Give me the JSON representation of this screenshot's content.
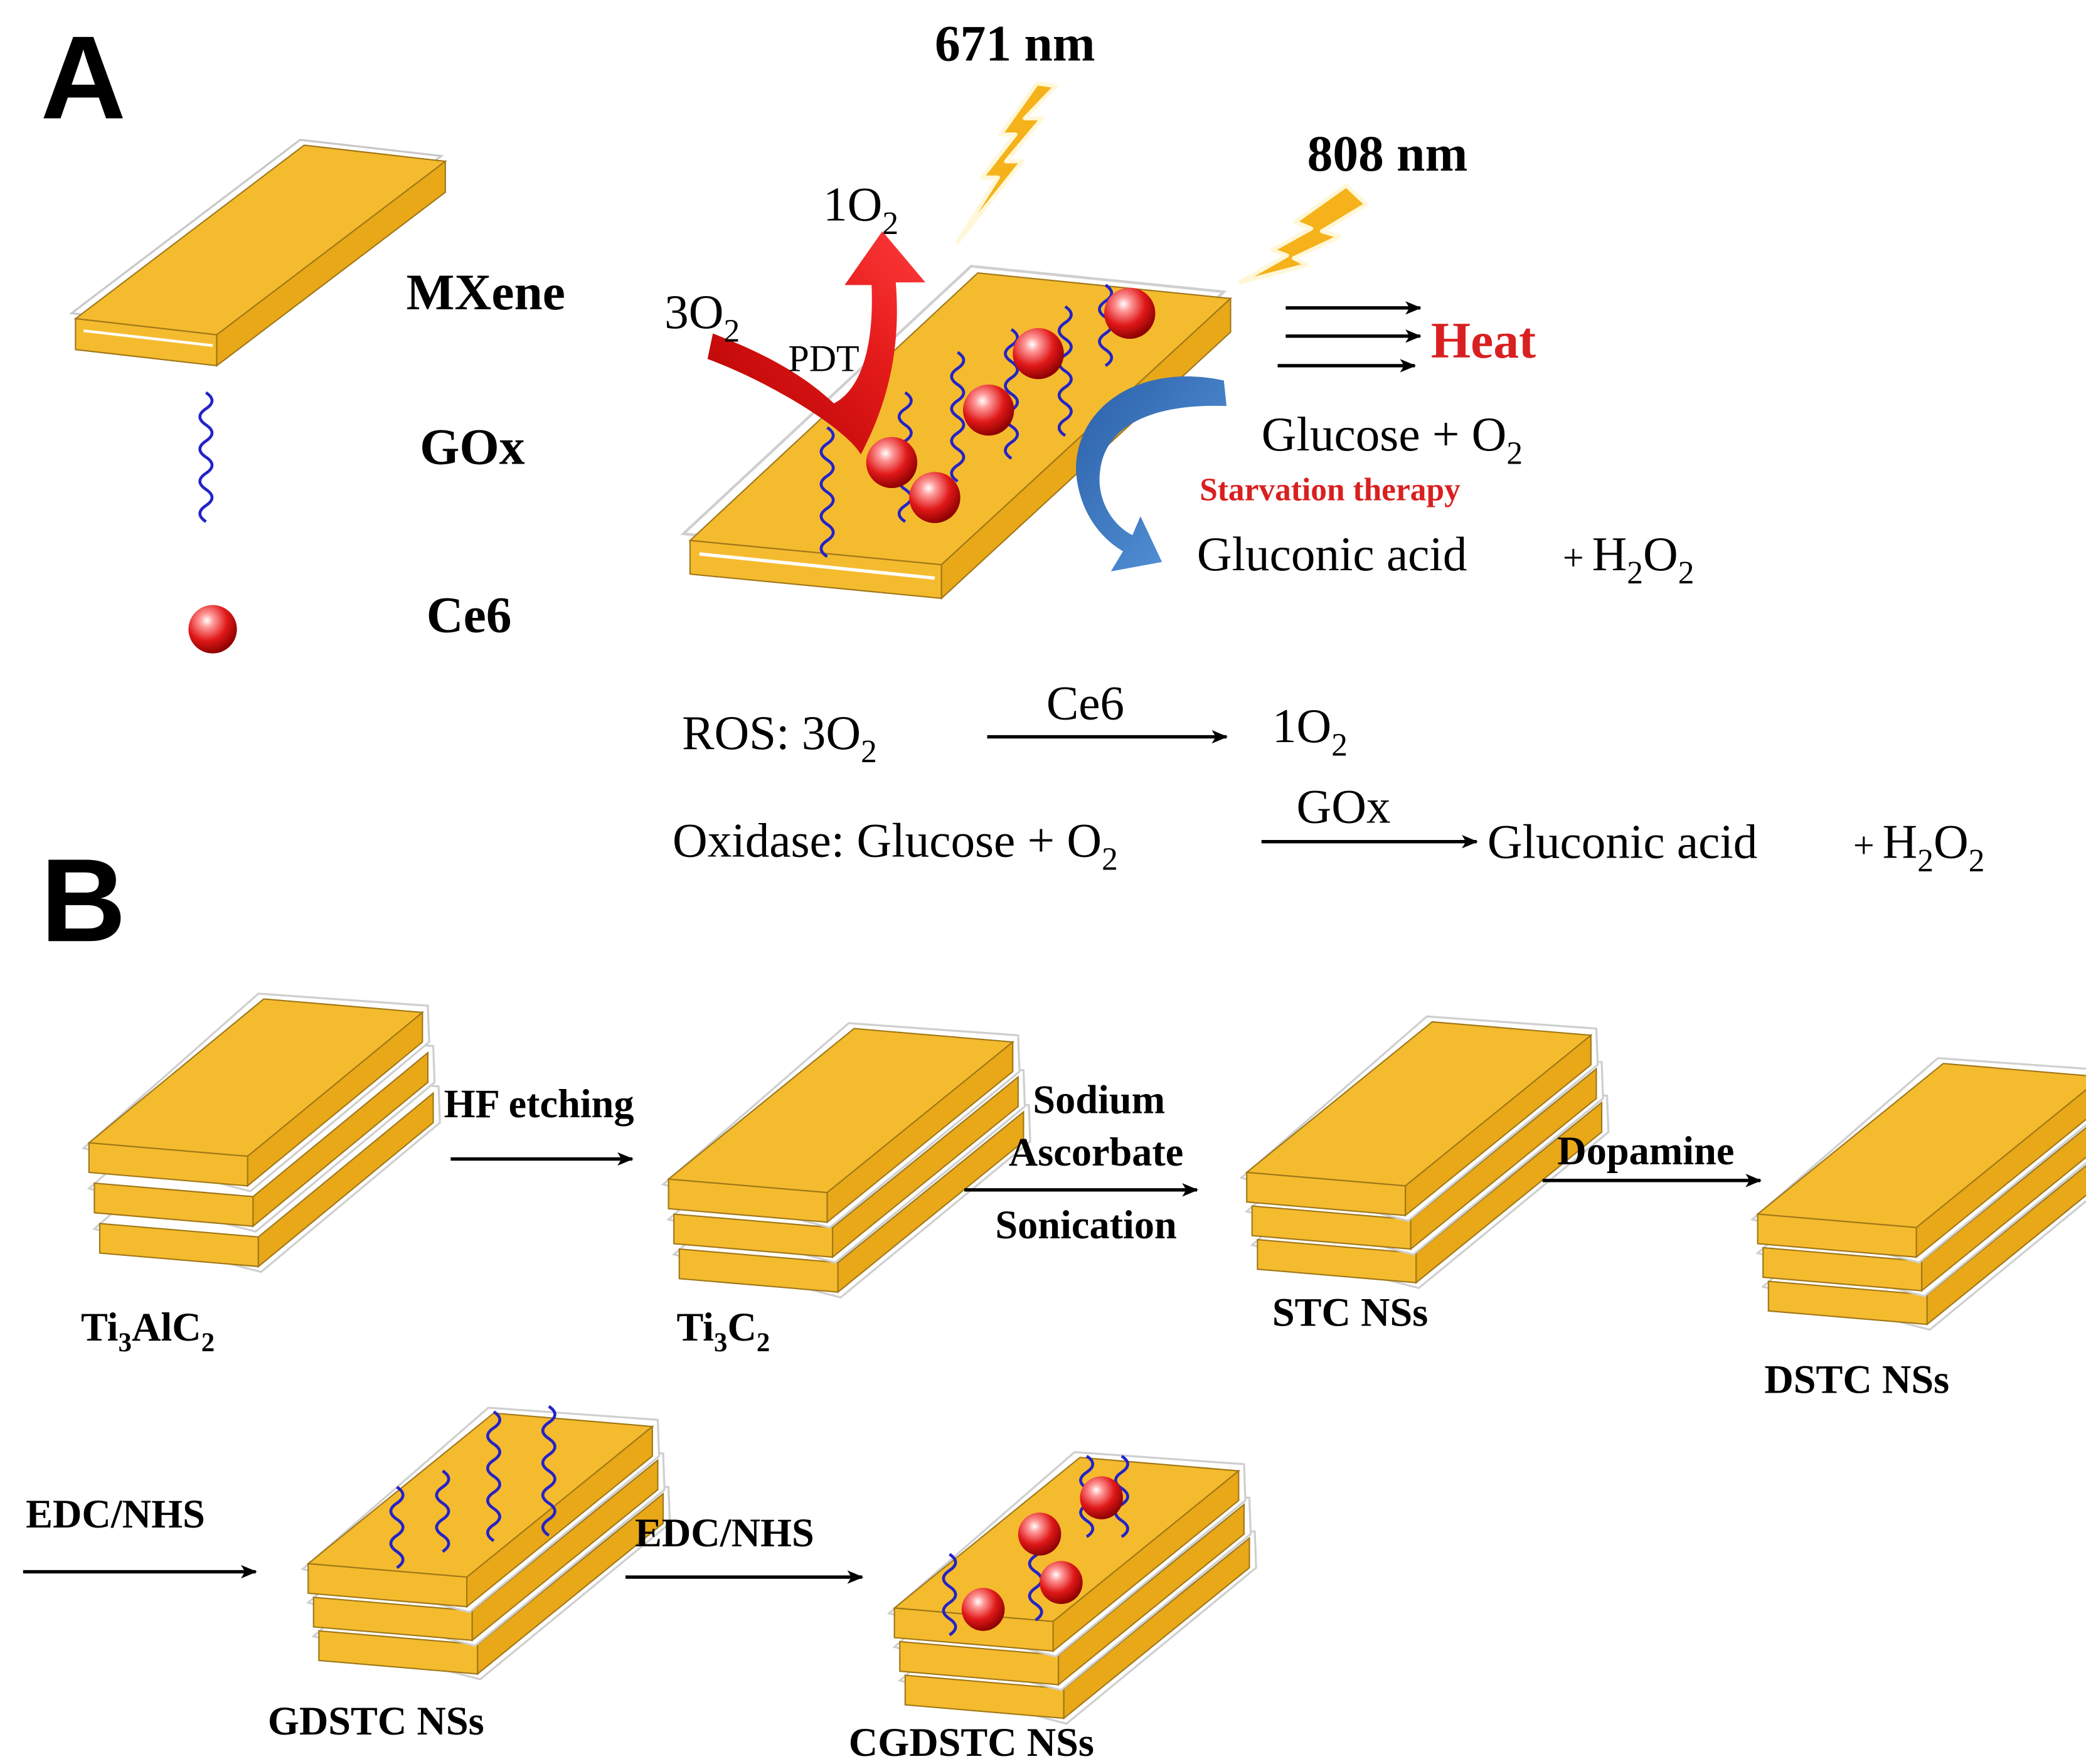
{
  "panel_a": {
    "letter": "A",
    "legend": {
      "mxene": "MXene",
      "gox": "GOx",
      "ce6": "Ce6"
    },
    "wavelength_671": "671 nm",
    "wavelength_808": "808 nm",
    "singlet_oxygen": {
      "main": "1O",
      "sub": "2"
    },
    "triplet_oxygen": {
      "main": "3O",
      "sub": "2"
    },
    "pdt": "PDT",
    "heat": "Heat",
    "glucose_o2": {
      "main": "Glucose + O",
      "sub": "2"
    },
    "starvation": "Starvation therapy",
    "gluconic": "Gluconic acid",
    "h2o2": {
      "plus": "+",
      "h": "H",
      "sub1": "2",
      "o": "O",
      "sub2": "2"
    },
    "ros_equation": {
      "left": {
        "main": "ROS: 3O",
        "sub": "2"
      },
      "catalyst": "Ce6",
      "right": {
        "main": "1O",
        "sub": "2"
      }
    },
    "oxidase_equation": {
      "left": {
        "main": "Oxidase: Glucose + O",
        "sub": "2"
      },
      "catalyst": "GOx",
      "right": "Gluconic acid"
    }
  },
  "panel_b": {
    "letter": "B",
    "steps": [
      {
        "label": "Ti",
        "sub1": "3",
        "mid": "AlC",
        "sub2": "2"
      },
      {
        "label": "Ti",
        "sub1": "3",
        "mid": "C",
        "sub2": "2"
      },
      {
        "label": "STC NSs"
      },
      {
        "label": "DSTC NSs"
      },
      {
        "label": "GDSTC NSs"
      },
      {
        "label": "CGDSTC NSs"
      }
    ],
    "arrows": {
      "hf": "HF etching",
      "sodium_line1": "Sodium",
      "sodium_line2": "Ascorbate",
      "sonication": "Sonication",
      "dopamine": "Dopamine",
      "edc1": "EDC/NHS",
      "edc2": "EDC/NHS"
    }
  },
  "colors": {
    "gold": "#f5bb2e",
    "ros_red": "#d92020",
    "gox_blue": "#2323c8",
    "arrow_blue": "#3b73b9"
  }
}
